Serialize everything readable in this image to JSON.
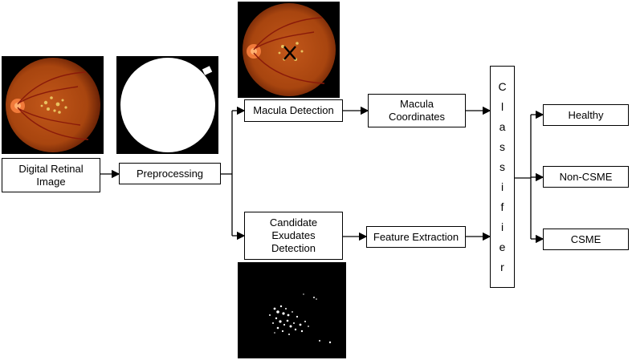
{
  "nodes": {
    "input": "Digital Retinal\nImage",
    "preprocessing": "Preprocessing",
    "macula_detection": "Macula Detection",
    "macula_coordinates": "Macula\nCoordinates",
    "candidate_exudates": "Candidate\nExudates\nDetection",
    "feature_extraction": "Feature Extraction",
    "classifier_letters": [
      "C",
      "l",
      "a",
      "s",
      "s",
      "i",
      "f",
      "i",
      "e",
      "r"
    ],
    "healthy": "Healthy",
    "non_csme": "Non-CSME",
    "csme": "CSME"
  },
  "colors": {
    "fundus_outer": "#7a2a0a",
    "fundus_inner": "#c2571a",
    "optic_disc": "#f07a3a",
    "exudate": "#e8c260",
    "vessel": "#8a1a0a"
  },
  "icons": {
    "macula_marker": "x-mark-icon"
  }
}
